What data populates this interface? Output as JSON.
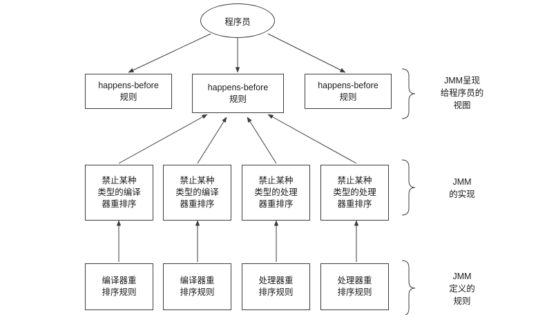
{
  "diagram": {
    "title_node": {
      "label": "程序员"
    },
    "rules_row": [
      {
        "label": "happens-before\n规则"
      },
      {
        "label": "happens-before\n规则"
      },
      {
        "label": "happens-before\n规则"
      }
    ],
    "impl_row": [
      {
        "label": "禁止某种\n类型的编译\n器重排序"
      },
      {
        "label": "禁止某种\n类型的编译\n器重排序"
      },
      {
        "label": "禁止某种\n类型的处理\n器重排序"
      },
      {
        "label": "禁止某种\n类型的处理\n器重排序"
      }
    ],
    "rule_defs_row": [
      {
        "label": "编译器重\n排序规则"
      },
      {
        "label": "编译器重\n排序规则"
      },
      {
        "label": "处理器重\n排序规则"
      },
      {
        "label": "处理器重\n排序规则"
      }
    ],
    "group_labels": [
      {
        "label": "JMM呈现\n给程序员的\n视图"
      },
      {
        "label": "JMM\n的实现"
      },
      {
        "label": "JMM\n定义的\n规则"
      }
    ],
    "colors": {
      "stroke": "#3a3a3a",
      "text": "#1a1a1a",
      "background": "#ffffff"
    }
  }
}
